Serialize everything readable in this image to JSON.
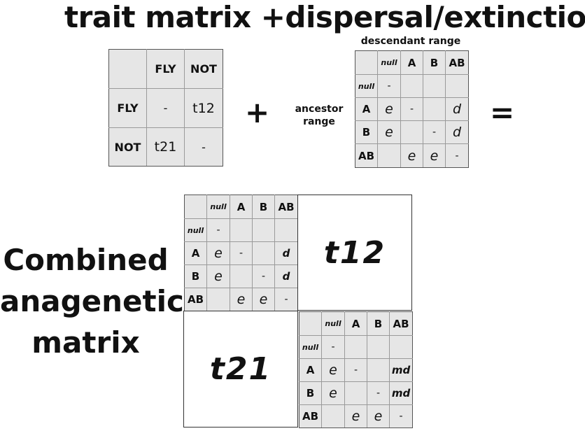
{
  "title": "trait matrix +dispersal/extinction",
  "trait_matrix": {
    "col_headers": [
      "FLY",
      "NOT"
    ],
    "rows": [
      {
        "label": "FLY",
        "cells": [
          "-",
          "t12"
        ]
      },
      {
        "label": "NOT",
        "cells": [
          "t21",
          "-"
        ]
      }
    ]
  },
  "plus_sign": "+",
  "equals_sign": "=",
  "range_matrix": {
    "top_label": "descendant range",
    "side_label": "ancestor range",
    "col_headers": [
      "null",
      "A",
      "B",
      "AB"
    ],
    "rows": [
      {
        "label": "null",
        "cells": [
          "-",
          "",
          "",
          ""
        ]
      },
      {
        "label": "A",
        "cells": [
          "e",
          "-",
          "",
          "d"
        ]
      },
      {
        "label": "B",
        "cells": [
          "e",
          "",
          "-",
          "d"
        ]
      },
      {
        "label": "AB",
        "cells": [
          "",
          "e",
          "e",
          "-"
        ]
      }
    ]
  },
  "combined": {
    "label_line1": "Combined",
    "label_line2": "anagenetic",
    "label_line3": "matrix",
    "block_t12": "t12",
    "block_t21": "t21",
    "upper_matrix": {
      "col_headers": [
        "null",
        "A",
        "B",
        "AB"
      ],
      "rows": [
        {
          "label": "null",
          "cells": [
            "-",
            "",
            "",
            ""
          ]
        },
        {
          "label": "A",
          "cells": [
            "e",
            "-",
            "",
            "d"
          ]
        },
        {
          "label": "B",
          "cells": [
            "e",
            "",
            "-",
            "d"
          ]
        },
        {
          "label": "AB",
          "cells": [
            "",
            "e",
            "e",
            "-"
          ]
        }
      ]
    },
    "lower_matrix": {
      "col_headers": [
        "null",
        "A",
        "B",
        "AB"
      ],
      "rows": [
        {
          "label": "null",
          "cells": [
            "-",
            "",
            "",
            ""
          ]
        },
        {
          "label": "A",
          "cells": [
            "e",
            "-",
            "",
            "md"
          ]
        },
        {
          "label": "B",
          "cells": [
            "e",
            "",
            "-",
            "md"
          ]
        },
        {
          "label": "AB",
          "cells": [
            "",
            "e",
            "e",
            "-"
          ]
        }
      ]
    }
  }
}
